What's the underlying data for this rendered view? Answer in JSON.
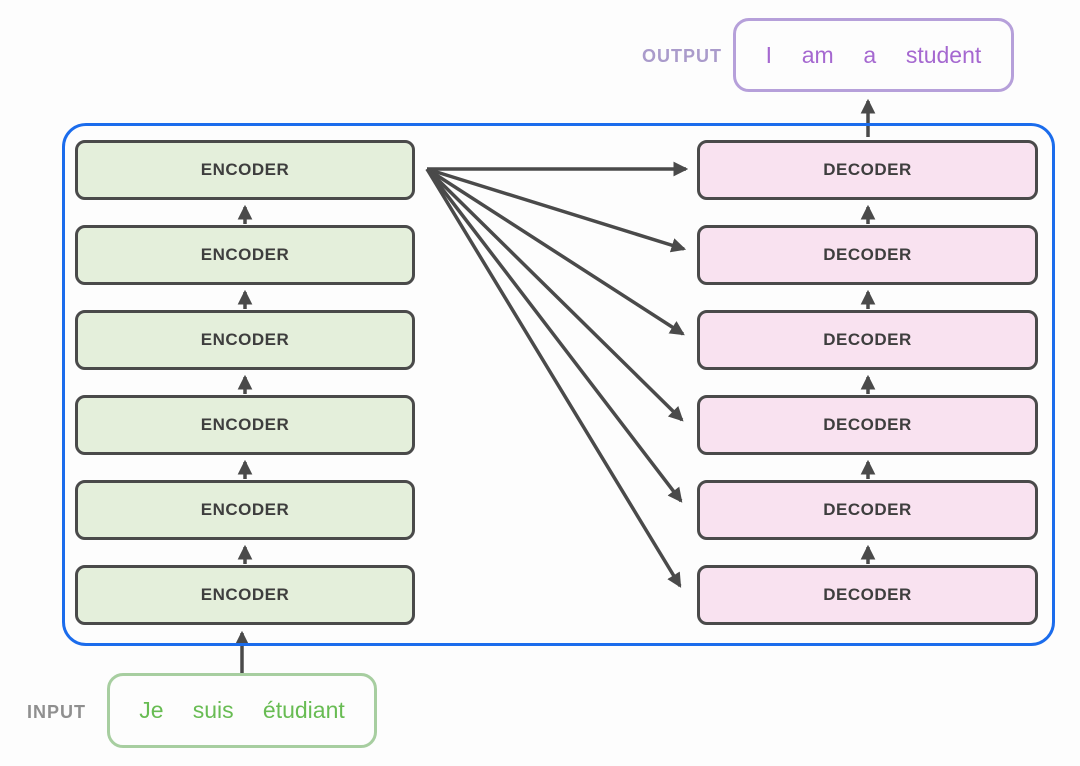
{
  "output": {
    "label": "OUTPUT",
    "words": [
      "I",
      "am",
      "a",
      "student"
    ]
  },
  "input": {
    "label": "INPUT",
    "words": [
      "Je",
      "suis",
      "étudiant"
    ]
  },
  "encoders": {
    "items": [
      {
        "label": "ENCODER"
      },
      {
        "label": "ENCODER"
      },
      {
        "label": "ENCODER"
      },
      {
        "label": "ENCODER"
      },
      {
        "label": "ENCODER"
      },
      {
        "label": "ENCODER"
      }
    ]
  },
  "decoders": {
    "items": [
      {
        "label": "DECODER"
      },
      {
        "label": "DECODER"
      },
      {
        "label": "DECODER"
      },
      {
        "label": "DECODER"
      },
      {
        "label": "DECODER"
      },
      {
        "label": "DECODER"
      }
    ]
  },
  "colors": {
    "background": "#fdfdfd",
    "frame_border": "#1b6cec",
    "box_border": "#4a4a4a",
    "box_label": "#3e3e3e",
    "encoder_fill": "#e4efdb",
    "decoder_fill": "#f9e2f0",
    "arrow": "#4a4a4a",
    "output_border": "#b6a0da",
    "output_text": "#a568d0",
    "output_label": "#aa9bcb",
    "input_border": "#a7cea0",
    "input_text": "#68bc53",
    "input_label": "#8f8f8f"
  }
}
